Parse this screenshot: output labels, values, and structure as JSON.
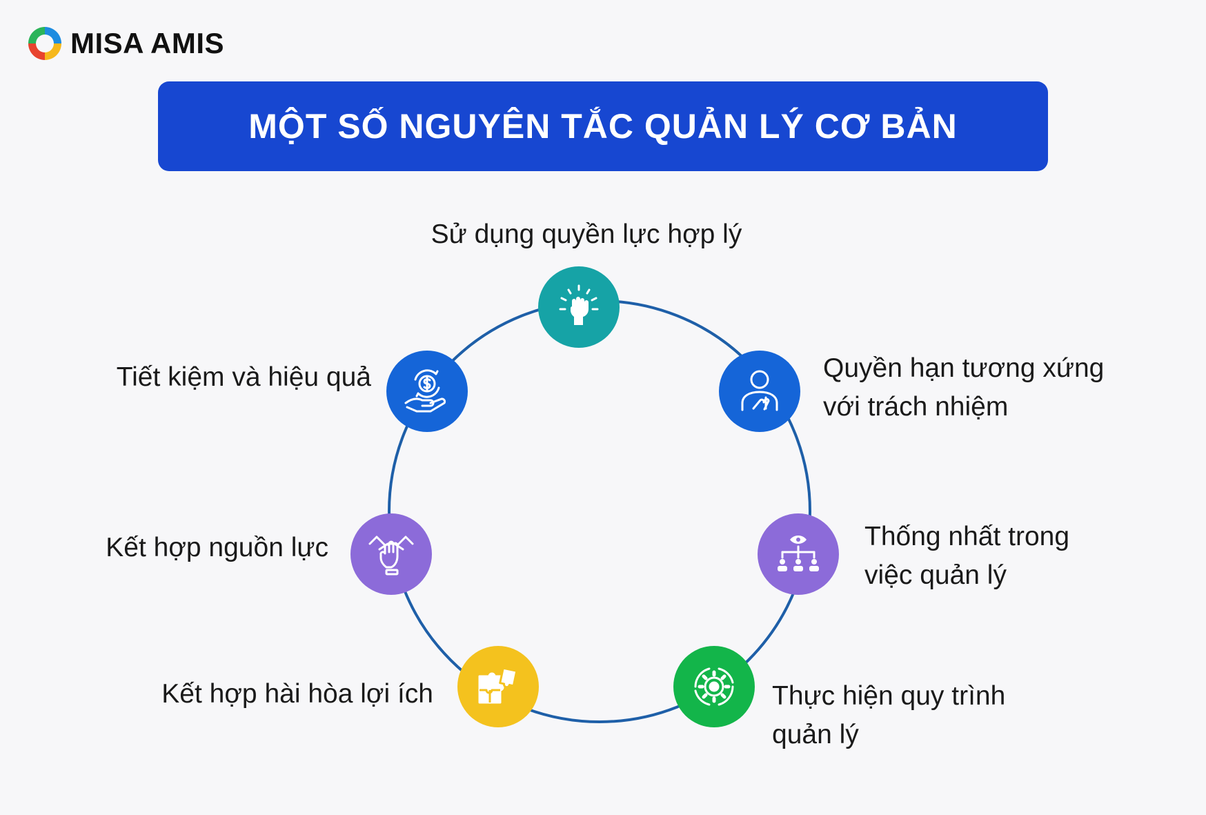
{
  "logo": {
    "text": "MISA AMIS"
  },
  "banner": {
    "title": "MỘT SỐ NGUYÊN TẮC QUẢN LÝ CƠ BẢN"
  },
  "colors": {
    "banner": "#1747d1",
    "ring": "#1e5fa8",
    "teal": "#16a3a6",
    "blue": "#1565d8",
    "purple": "#8c6bd9",
    "yellow": "#f4c21e",
    "green": "#13b54a"
  },
  "principles": [
    {
      "line1": "Sử dụng quyền lực hợp lý",
      "line2": "",
      "icon": "fist-icon",
      "color": "#16a3a6"
    },
    {
      "line1": "Quyền hạn tương xứng",
      "line2": "với trách nhiệm",
      "icon": "person-hand-on-heart-icon",
      "color": "#1565d8"
    },
    {
      "line1": "Thống nhất trong",
      "line2": "việc quản lý",
      "icon": "org-chart-eye-icon",
      "color": "#8c6bd9"
    },
    {
      "line1": "Thực hiện quy trình",
      "line2": "quản lý",
      "icon": "gear-cycle-icon",
      "color": "#13b54a"
    },
    {
      "line1": "Kết hợp hài hòa lợi ích",
      "line2": "",
      "icon": "puzzle-icon",
      "color": "#f4c21e"
    },
    {
      "line1": "Kết hợp nguồn lực",
      "line2": "",
      "icon": "joined-hands-icon",
      "color": "#8c6bd9"
    },
    {
      "line1": "Tiết kiệm và hiệu quả",
      "line2": "",
      "icon": "money-hand-icon",
      "color": "#1565d8"
    }
  ]
}
